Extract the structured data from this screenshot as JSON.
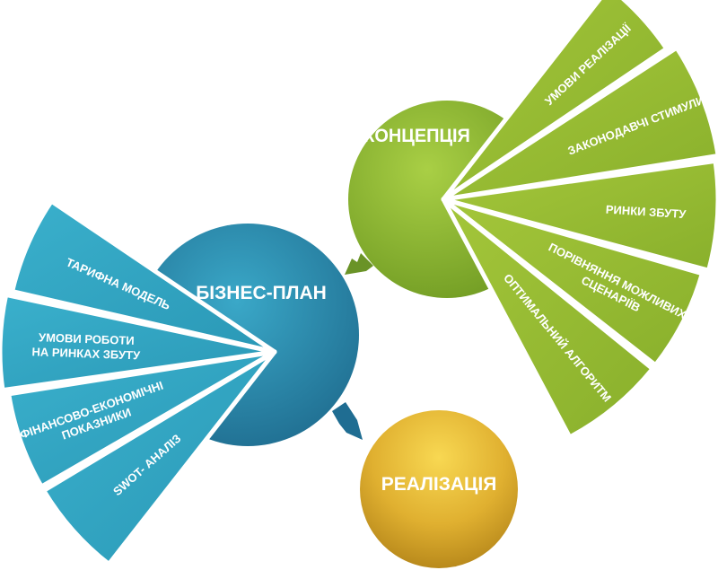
{
  "nodes": {
    "concept": {
      "label": "КОНЦЕПЦІЯ"
    },
    "business_plan": {
      "label": "БІЗНЕС-ПЛАН"
    },
    "implementation": {
      "label": "РЕАЛІЗАЦІЯ"
    }
  },
  "concept_segments": [
    {
      "line1": "УМОВИ РЕАЛІЗАЦІЇ",
      "line2": ""
    },
    {
      "line1": "ЗАКОНОДАВЧІ СТИМУЛИ",
      "line2": ""
    },
    {
      "line1": "РИНКИ ЗБУТУ",
      "line2": ""
    },
    {
      "line1": "ПОРІВНЯННЯ МОЖЛИВИХ",
      "line2": "СЦЕНАРІЇВ"
    },
    {
      "line1": "ОПТИМАЛЬНИЙ АЛГОРИТМ",
      "line2": ""
    }
  ],
  "business_segments": [
    {
      "line1": "ТАРИФНА МОДЕЛЬ",
      "line2": ""
    },
    {
      "line1": "УМОВИ РОБОТИ",
      "line2": "НА РИНКАХ ЗБУТУ"
    },
    {
      "line1": "ФІНАНСОВО-ЕКОНОМІЧНІ",
      "line2": "ПОКАЗНИКИ"
    },
    {
      "line1": "SWOT- АНАЛІЗ",
      "line2": ""
    }
  ],
  "colors": {
    "green": "#8db832",
    "green_dark": "#5f8a1d",
    "blue": "#2f98b4",
    "blue_dark": "#1d6f8f",
    "gold": "#d9a92a",
    "gold_light": "#f5d04a"
  }
}
